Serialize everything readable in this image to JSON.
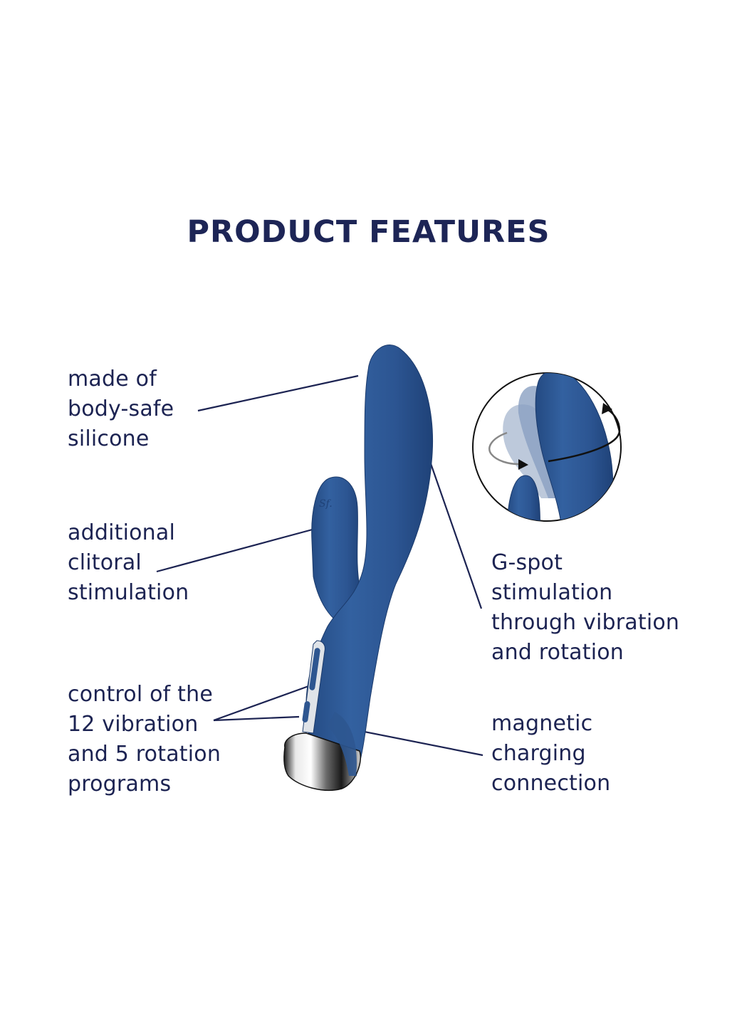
{
  "header": {
    "title": "PRODUCT FEATURES"
  },
  "features": [
    {
      "id": "silicone",
      "lines": [
        "made of",
        "body-safe",
        "silicone"
      ]
    },
    {
      "id": "clitoral",
      "lines": [
        "additional",
        "clitoral",
        "stimulation"
      ]
    },
    {
      "id": "controls",
      "lines": [
        "control of the",
        "12 vibration",
        "and 5 rotation",
        "programs"
      ]
    },
    {
      "id": "gspot",
      "lines": [
        "G-spot",
        "stimulation",
        "through vibration",
        "and rotation"
      ]
    },
    {
      "id": "charging",
      "lines": [
        "magnetic",
        "charging",
        "connection"
      ]
    }
  ],
  "product": {
    "logo_mark": "Sf.",
    "body_color": "#2e5690",
    "tip_color": "#9aa0a6"
  },
  "inset": {
    "description": "rotation-detail-circle"
  },
  "colors": {
    "text": "#1c2352",
    "line": "#1c2352",
    "product_blue": "#2e5690",
    "background": "#ffffff"
  }
}
